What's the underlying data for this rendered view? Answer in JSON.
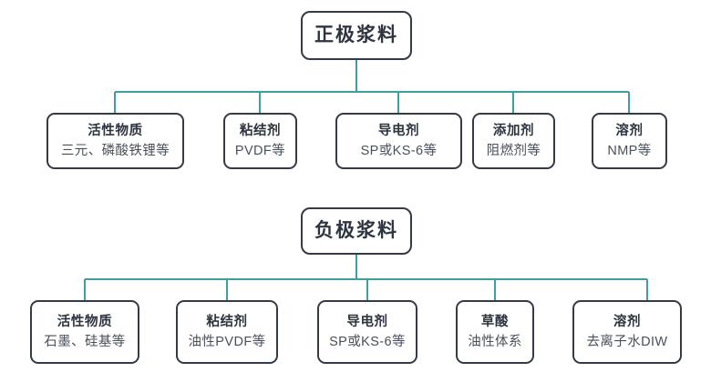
{
  "diagram": {
    "type": "tree-hierarchy",
    "background_color": "#ffffff",
    "box_border_color": "#343a46",
    "connector_color": "#3aa0a4",
    "title_color": "#2e3440",
    "subtitle_color": "#4a5059",
    "groups": [
      {
        "id": "cathode",
        "root": {
          "title": "正极浆料"
        },
        "children": [
          {
            "title": "活性物质",
            "subtitle": "三元、磷酸铁锂等"
          },
          {
            "title": "粘结剂",
            "subtitle": "PVDF等"
          },
          {
            "title": "导电剂",
            "subtitle": "SP或KS-6等"
          },
          {
            "title": "添加剂",
            "subtitle": "阻燃剂等"
          },
          {
            "title": "溶剂",
            "subtitle": "NMP等"
          }
        ]
      },
      {
        "id": "anode",
        "root": {
          "title": "负极浆料"
        },
        "children": [
          {
            "title": "活性物质",
            "subtitle": "石墨、硅基等"
          },
          {
            "title": "粘结剂",
            "subtitle": "油性PVDF等"
          },
          {
            "title": "导电剂",
            "subtitle": "SP或KS-6等"
          },
          {
            "title": "草酸",
            "subtitle": "油性体系"
          },
          {
            "title": "溶剂",
            "subtitle": "去离子水DIW"
          }
        ]
      }
    ]
  }
}
